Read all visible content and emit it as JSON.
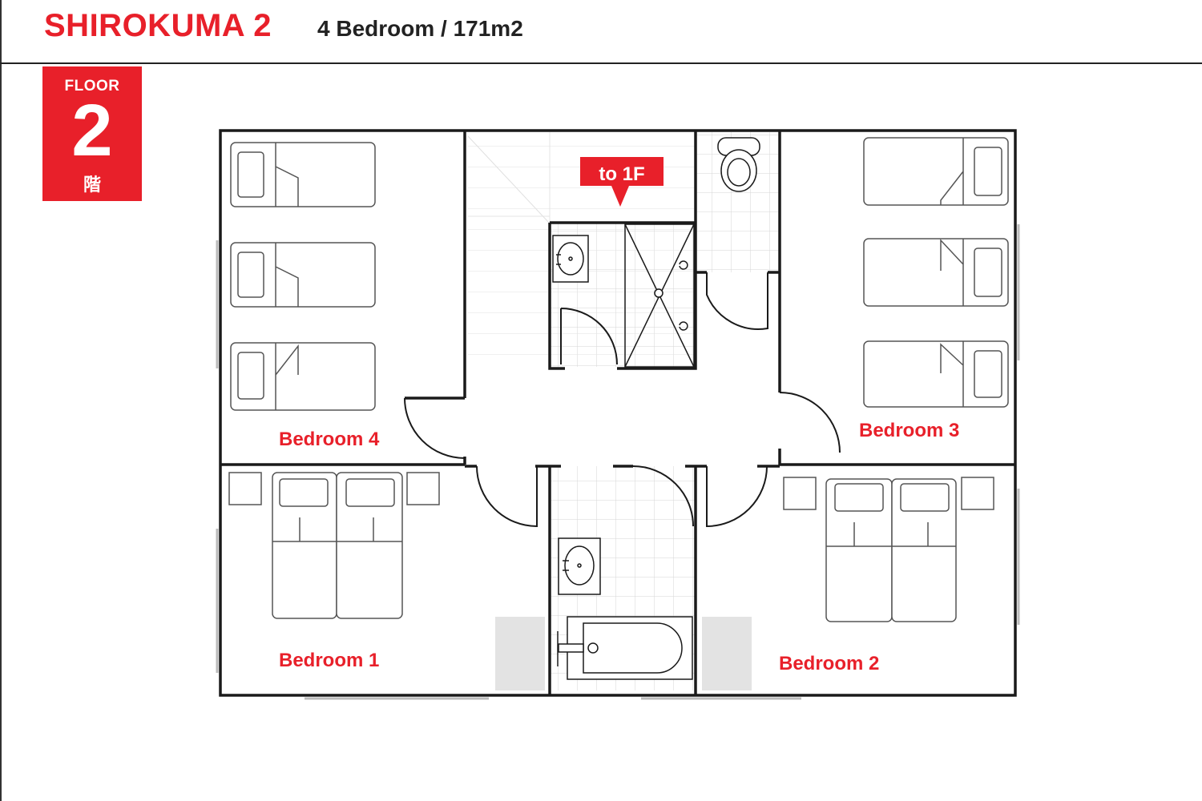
{
  "header": {
    "title": "SHIROKUMA 2",
    "subtitle": "4 Bedroom / 171m2"
  },
  "floor_badge": {
    "label": "FLOOR",
    "number": "2",
    "kanji": "階"
  },
  "plan": {
    "stairs_label": "to 1F",
    "rooms": {
      "bedroom_4": "Bedroom 4",
      "bedroom_3": "Bedroom 3",
      "bedroom_1": "Bedroom 1",
      "bedroom_2": "Bedroom 2"
    }
  },
  "colors": {
    "accent": "#e8202a",
    "wall": "#1a1a1a",
    "furniture": "#555555",
    "tile": "#d4d4d4",
    "cabinet": "#e3e3e3"
  }
}
